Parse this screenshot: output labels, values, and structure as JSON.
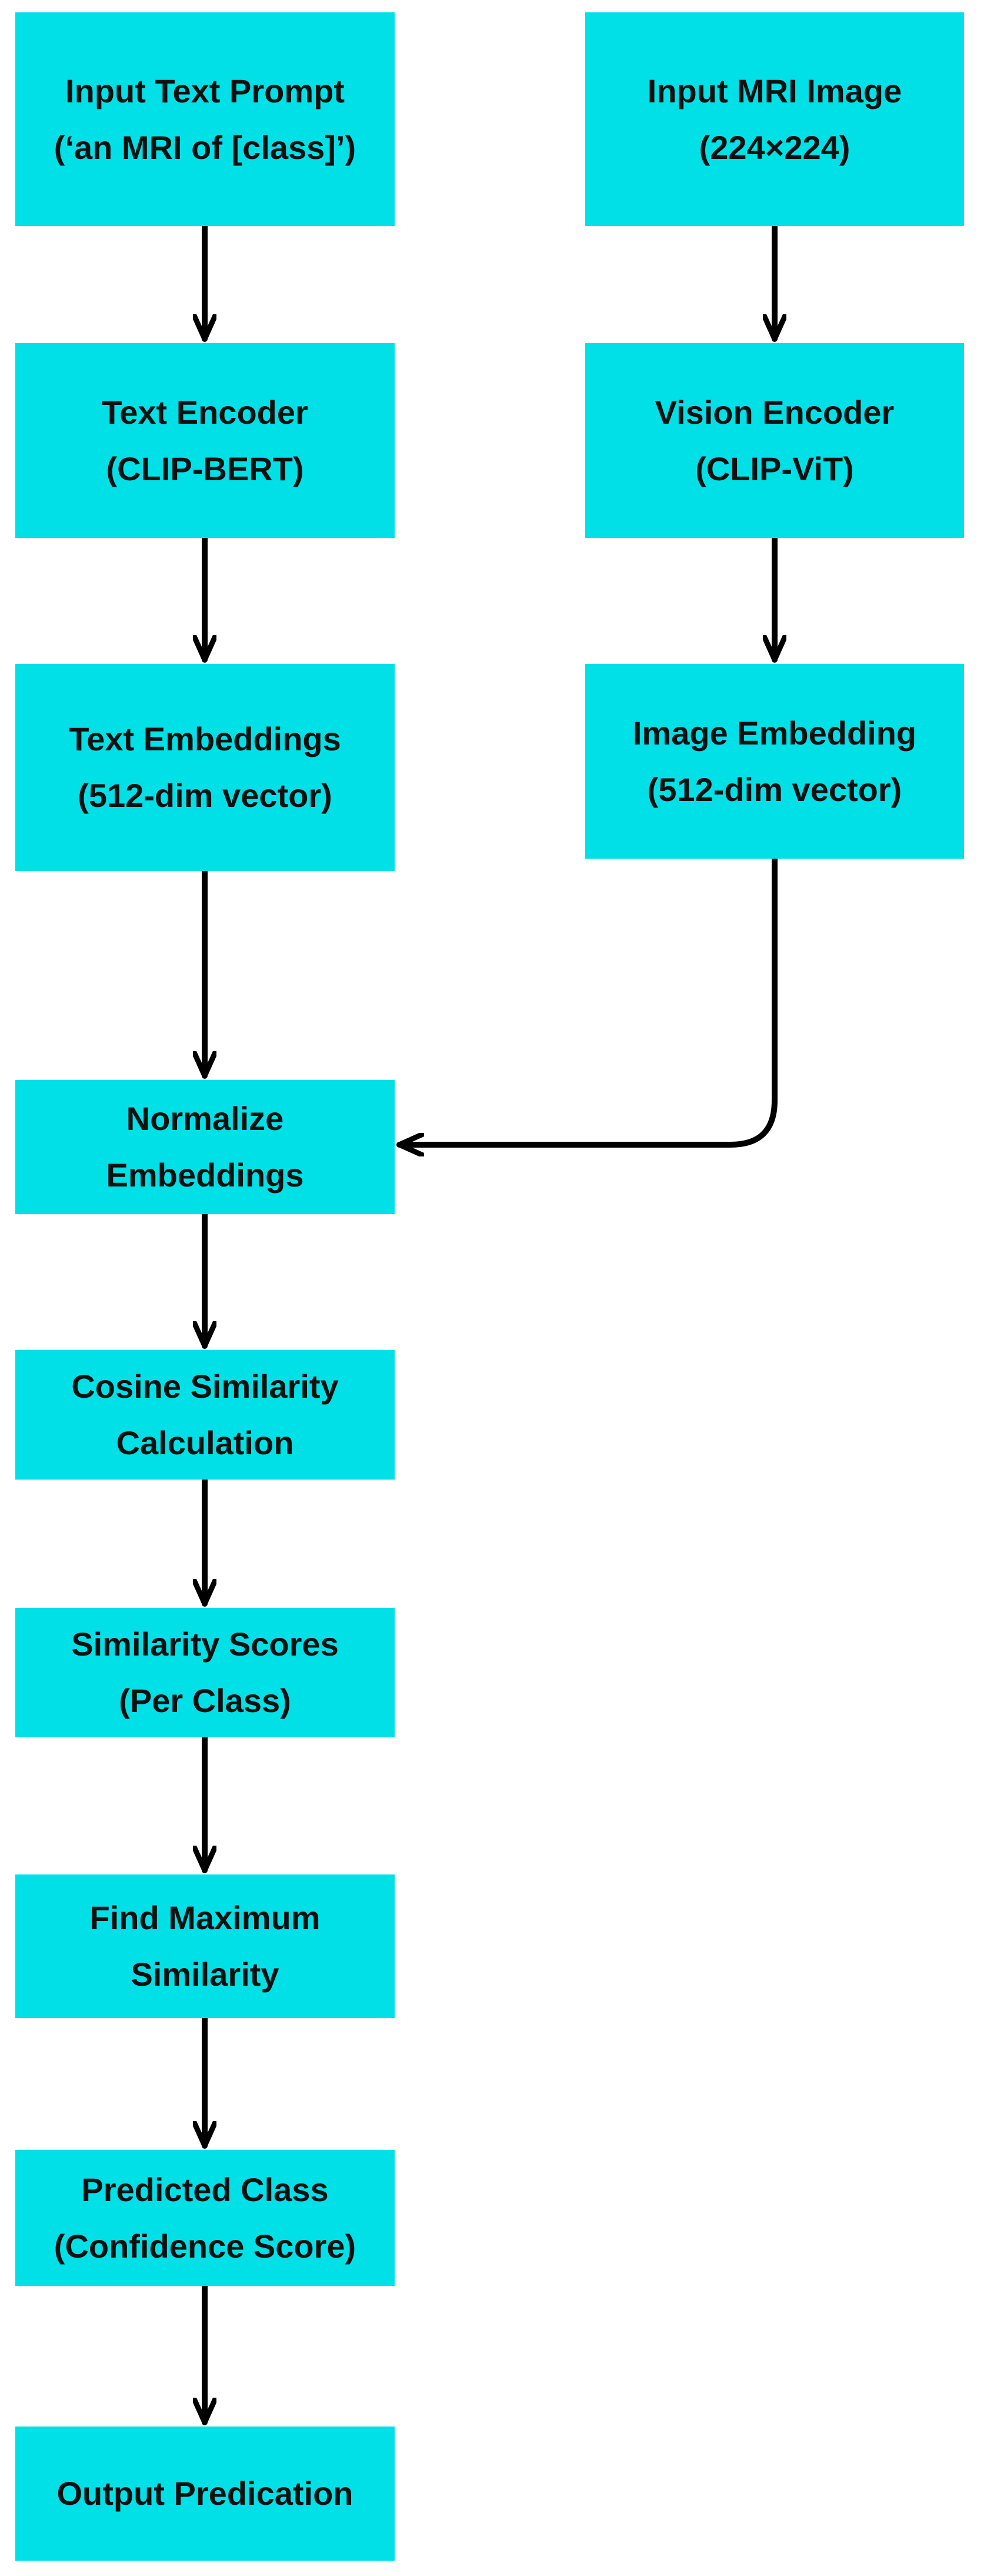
{
  "style": {
    "node_fill": "#00e0e6",
    "text_color": "#111111",
    "arrow_color": "#000000"
  },
  "nodes": {
    "input_text_prompt": {
      "line1": "Input Text Prompt",
      "line2": "(‘an MRI of [class]’)"
    },
    "input_mri_image": {
      "line1": "Input MRI Image",
      "line2": "(224×224)"
    },
    "text_encoder": {
      "line1": "Text Encoder",
      "line2": "(CLIP-BERT)"
    },
    "vision_encoder": {
      "line1": "Vision Encoder",
      "line2": "(CLIP-ViT)"
    },
    "text_embeddings": {
      "line1": "Text Embeddings",
      "line2": "(512-dim vector)"
    },
    "image_embedding": {
      "line1": "Image Embedding",
      "line2": "(512-dim vector)"
    },
    "normalize_embeddings": {
      "line1": "Normalize",
      "line2": "Embeddings"
    },
    "cosine_similarity": {
      "line1": "Cosine Similarity",
      "line2": "Calculation"
    },
    "similarity_scores": {
      "line1": "Similarity Scores",
      "line2": "(Per Class)"
    },
    "find_maximum": {
      "line1": "Find Maximum",
      "line2": "Similarity"
    },
    "predicted_class": {
      "line1": "Predicted Class",
      "line2": "(Confidence Score)"
    },
    "output_prediction": {
      "line1": "Output Predication"
    }
  },
  "edges": [
    {
      "from": "input_text_prompt",
      "to": "text_encoder"
    },
    {
      "from": "text_encoder",
      "to": "text_embeddings"
    },
    {
      "from": "text_embeddings",
      "to": "normalize_embeddings"
    },
    {
      "from": "input_mri_image",
      "to": "vision_encoder"
    },
    {
      "from": "vision_encoder",
      "to": "image_embedding"
    },
    {
      "from": "image_embedding",
      "to": "normalize_embeddings"
    },
    {
      "from": "normalize_embeddings",
      "to": "cosine_similarity"
    },
    {
      "from": "cosine_similarity",
      "to": "similarity_scores"
    },
    {
      "from": "similarity_scores",
      "to": "find_maximum"
    },
    {
      "from": "find_maximum",
      "to": "predicted_class"
    },
    {
      "from": "predicted_class",
      "to": "output_prediction"
    }
  ]
}
